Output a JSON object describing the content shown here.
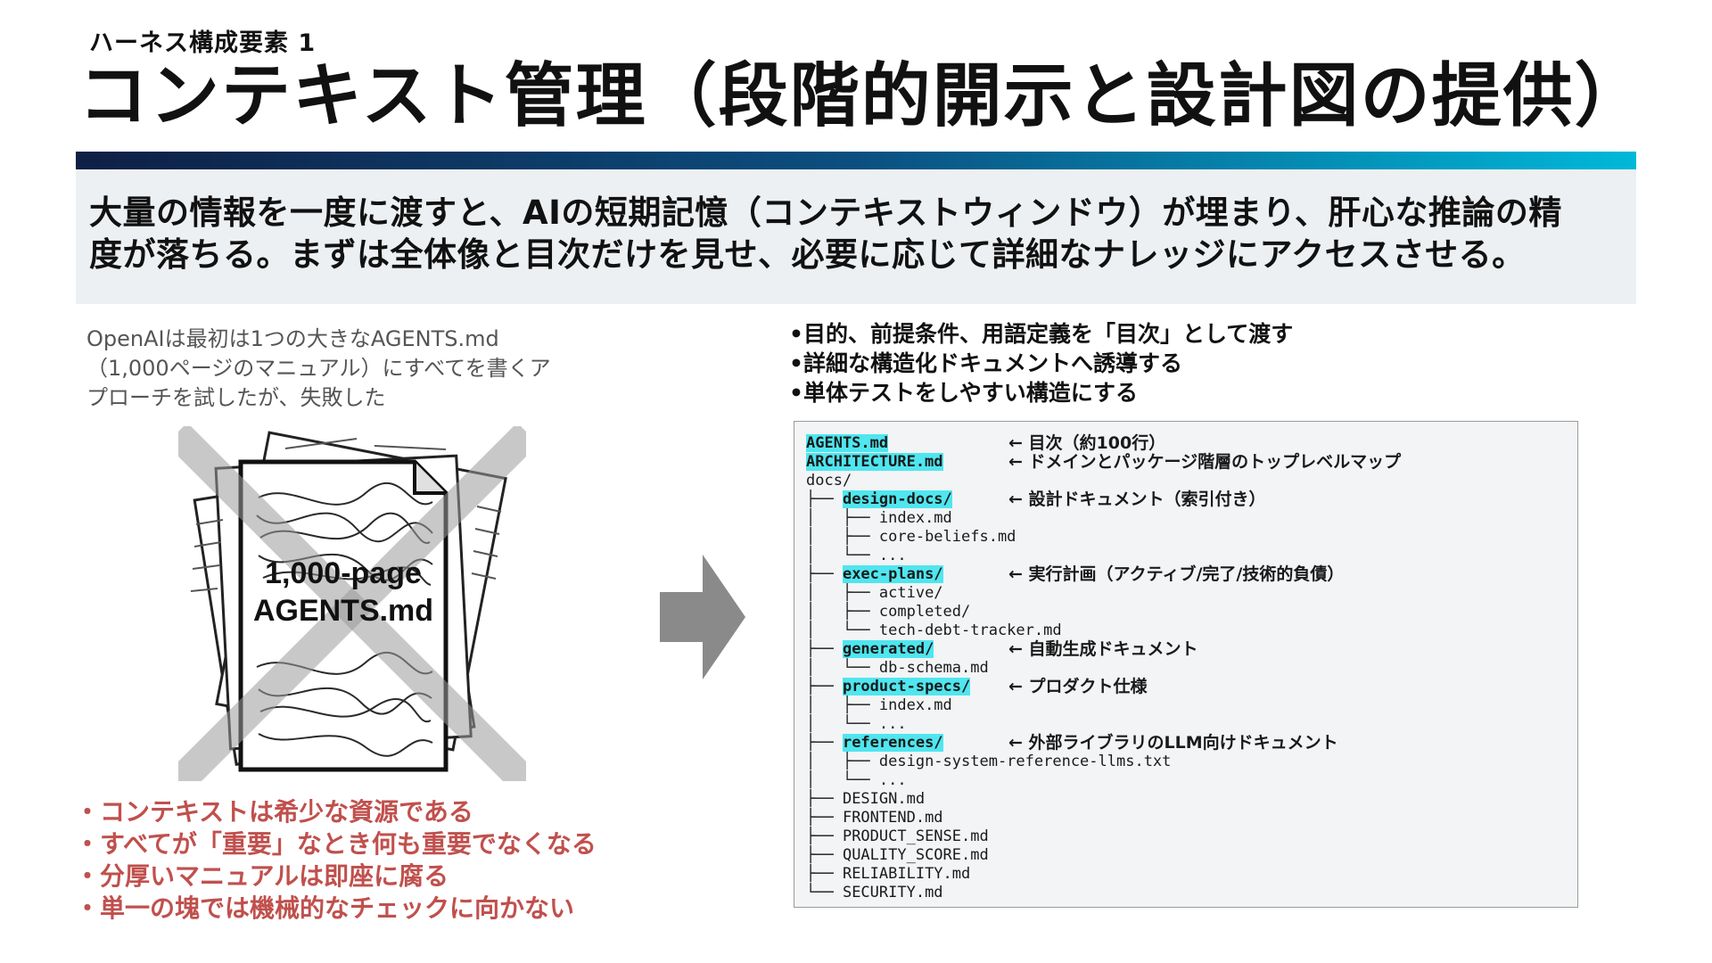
{
  "header": {
    "section_label": "ハーネス構成要素 1",
    "title": "コンテキスト管理（段階的開示と設計図の提供）",
    "bar_colors": [
      "#0f1f45",
      "#00b8d9"
    ]
  },
  "lead": {
    "line1": "大量の情報を一度に渡すと、AIの短期記憶（コンテキストウィンドウ）が埋まり、肝心な推論の精",
    "line2": "度が落ちる。まずは全体像と目次だけを見せ、必要に応じて詳細なナレッジにアクセスさせる。"
  },
  "left": {
    "note_lines": [
      "OpenAIは最初は1つの大きなAGENTS.md",
      "（1,000ページのマニュアル）にすべてを書くア",
      "プローチを試したが、失敗した"
    ],
    "doc_label_line1": "1,000-page",
    "doc_label_line2": "AGENTS.md",
    "points": [
      "・コンテキストは希少な資源である",
      "・すべてが「重要」なとき何も重要でなくなる",
      "・分厚いマニュアルは即座に腐る",
      "・単一の塊では機械的なチェックに向かない"
    ],
    "accent_color": "#c0504d"
  },
  "right": {
    "goals": [
      "•目的、前提条件、用語定義を「目次」として渡す",
      "•詳細な構造化ドキュメントへ誘導する",
      "•単体テストをしやすい構造にする"
    ],
    "highlight_color": "#4fe6ef",
    "tree": [
      {
        "prefix": "",
        "name": "AGENTS.md",
        "hl": true,
        "comment": "← 目次（約100行）"
      },
      {
        "prefix": "",
        "name": "ARCHITECTURE.md",
        "hl": true,
        "comment": "← ドメインとパッケージ階層のトップレベルマップ"
      },
      {
        "prefix": "",
        "name": "docs/",
        "hl": false,
        "comment": ""
      },
      {
        "prefix": "├── ",
        "name": "design-docs/",
        "hl": true,
        "comment": "← 設計ドキュメント（索引付き）"
      },
      {
        "prefix": "│   ├── ",
        "name": "index.md",
        "hl": false,
        "comment": ""
      },
      {
        "prefix": "│   ├── ",
        "name": "core-beliefs.md",
        "hl": false,
        "comment": ""
      },
      {
        "prefix": "│   └── ",
        "name": "...",
        "hl": false,
        "comment": ""
      },
      {
        "prefix": "├── ",
        "name": "exec-plans/",
        "hl": true,
        "comment": "← 実行計画（アクティブ/完了/技術的負債）"
      },
      {
        "prefix": "│   ├── ",
        "name": "active/",
        "hl": false,
        "comment": ""
      },
      {
        "prefix": "│   ├── ",
        "name": "completed/",
        "hl": false,
        "comment": ""
      },
      {
        "prefix": "│   └── ",
        "name": "tech-debt-tracker.md",
        "hl": false,
        "comment": ""
      },
      {
        "prefix": "├── ",
        "name": "generated/",
        "hl": true,
        "comment": "← 自動生成ドキュメント"
      },
      {
        "prefix": "│   └── ",
        "name": "db-schema.md",
        "hl": false,
        "comment": ""
      },
      {
        "prefix": "├── ",
        "name": "product-specs/",
        "hl": true,
        "comment": "← プロダクト仕様"
      },
      {
        "prefix": "│   ├── ",
        "name": "index.md",
        "hl": false,
        "comment": ""
      },
      {
        "prefix": "│   └── ",
        "name": "...",
        "hl": false,
        "comment": ""
      },
      {
        "prefix": "├── ",
        "name": "references/",
        "hl": true,
        "comment": "← 外部ライブラリのLLM向けドキュメント"
      },
      {
        "prefix": "│   ├── ",
        "name": "design-system-reference-llms.txt",
        "hl": false,
        "comment": ""
      },
      {
        "prefix": "│   └── ",
        "name": "...",
        "hl": false,
        "comment": ""
      },
      {
        "prefix": "├── ",
        "name": "DESIGN.md",
        "hl": false,
        "comment": ""
      },
      {
        "prefix": "├── ",
        "name": "FRONTEND.md",
        "hl": false,
        "comment": ""
      },
      {
        "prefix": "├── ",
        "name": "PRODUCT_SENSE.md",
        "hl": false,
        "comment": ""
      },
      {
        "prefix": "├── ",
        "name": "QUALITY_SCORE.md",
        "hl": false,
        "comment": ""
      },
      {
        "prefix": "├── ",
        "name": "RELIABILITY.md",
        "hl": false,
        "comment": ""
      },
      {
        "prefix": "└── ",
        "name": "SECURITY.md",
        "hl": false,
        "comment": ""
      }
    ]
  }
}
